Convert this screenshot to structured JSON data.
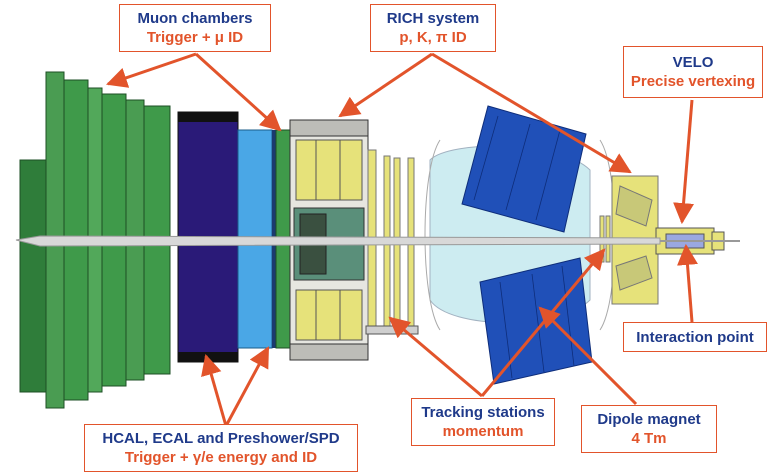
{
  "callouts": {
    "muon": {
      "title": "Muon chambers",
      "subtitle": "Trigger + μ ID"
    },
    "rich": {
      "title": "RICH system",
      "subtitle": "p, K, π  ID"
    },
    "velo": {
      "title": "VELO",
      "subtitle": "Precise vertexing"
    },
    "interaction": {
      "title": "Interaction point"
    },
    "calo": {
      "title": "HCAL, ECAL and Preshower/SPD",
      "subtitle": "Trigger + γ/e energy and ID"
    },
    "tracking": {
      "title": "Tracking stations",
      "subtitle": "momentum"
    },
    "dipole": {
      "title": "Dipole magnet",
      "subtitle": "4 Tm"
    }
  },
  "colors": {
    "muon_green": "#3f9a4a",
    "hcal_purple": "#2a1a78",
    "ecal_blue": "#4aa7e6",
    "magnet_blue": "#2050b8",
    "rich_yellow": "#e6e27a",
    "label_blue": "#1f3a8a",
    "label_orange": "#e2542b",
    "arrow_red": "#e2542b"
  }
}
